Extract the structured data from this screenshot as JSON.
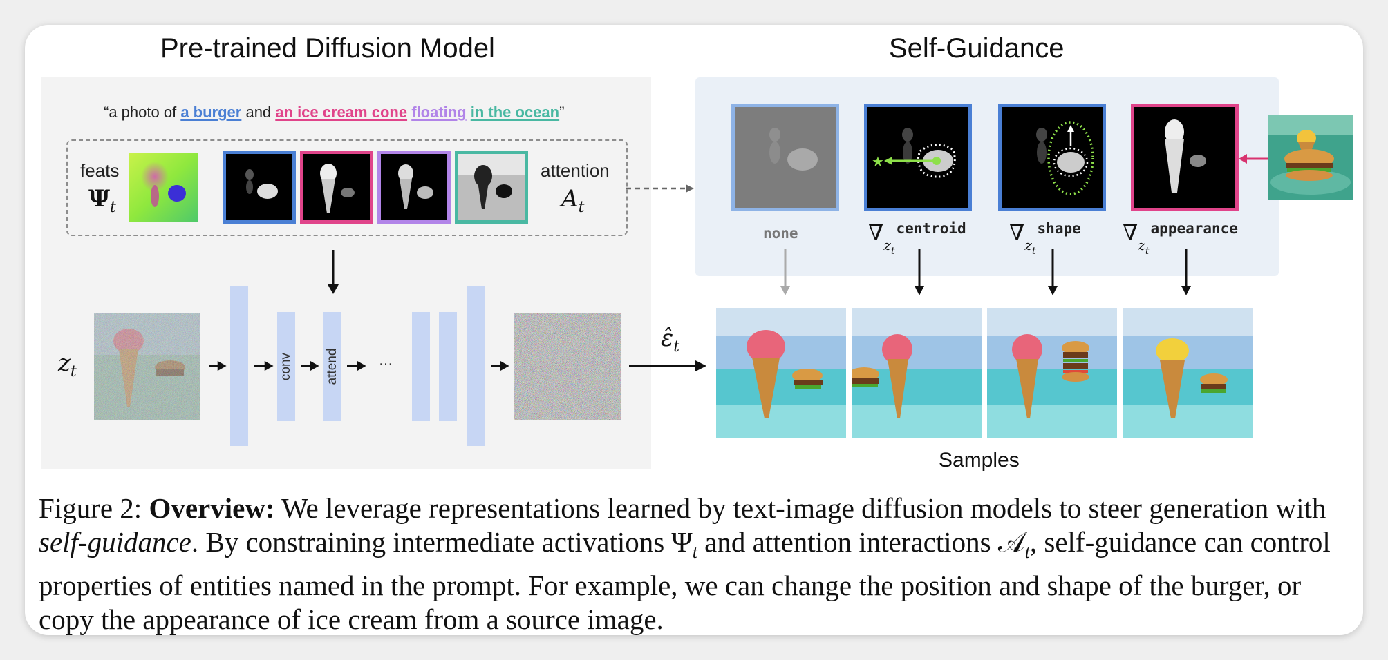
{
  "left_title": "Pre-trained Diffusion Model",
  "right_title": "Self-Guidance",
  "prompt": {
    "open": "“a photo of ",
    "burger": "a burger",
    "and": " and ",
    "icecream": "an ice cream cone",
    "sp": " ",
    "floating": "floating",
    "ocean": "in the ocean",
    "close": "”"
  },
  "feats_label": "feats",
  "feats_symbol": "Ψ",
  "attention_label": "attention",
  "attention_symbol": "A",
  "sub_t": "t",
  "zt_symbol": "z",
  "eps_symbol": "ε̂",
  "conv_label": "conv",
  "attend_label": "attend",
  "dots": "···",
  "guidance": {
    "none": "none",
    "nabla": "∇",
    "z": "z",
    "centroid": "centroid",
    "shape": "shape",
    "appearance": "appearance"
  },
  "samples_label": "Samples",
  "colors": {
    "burger": "#4a7fd4",
    "icecream": "#e0448a",
    "floating": "#b184e8",
    "ocean": "#49b8a2",
    "block": "#c7d6f4"
  },
  "caption": {
    "fig": "Figure 2: ",
    "bold": "Overview:",
    "t1": " We leverage representations learned by text-image diffusion models to steer generation with ",
    "italic": "self-guidance",
    "t2": ". By constraining intermediate activations Ψ",
    "t3": " and attention interactions 𝒜",
    "t4": ", self-guidance can control properties of entities named in the prompt. For example, we can change the position and shape of the burger, or copy the appearance of ice cream from a source image.",
    "sub": "t"
  }
}
